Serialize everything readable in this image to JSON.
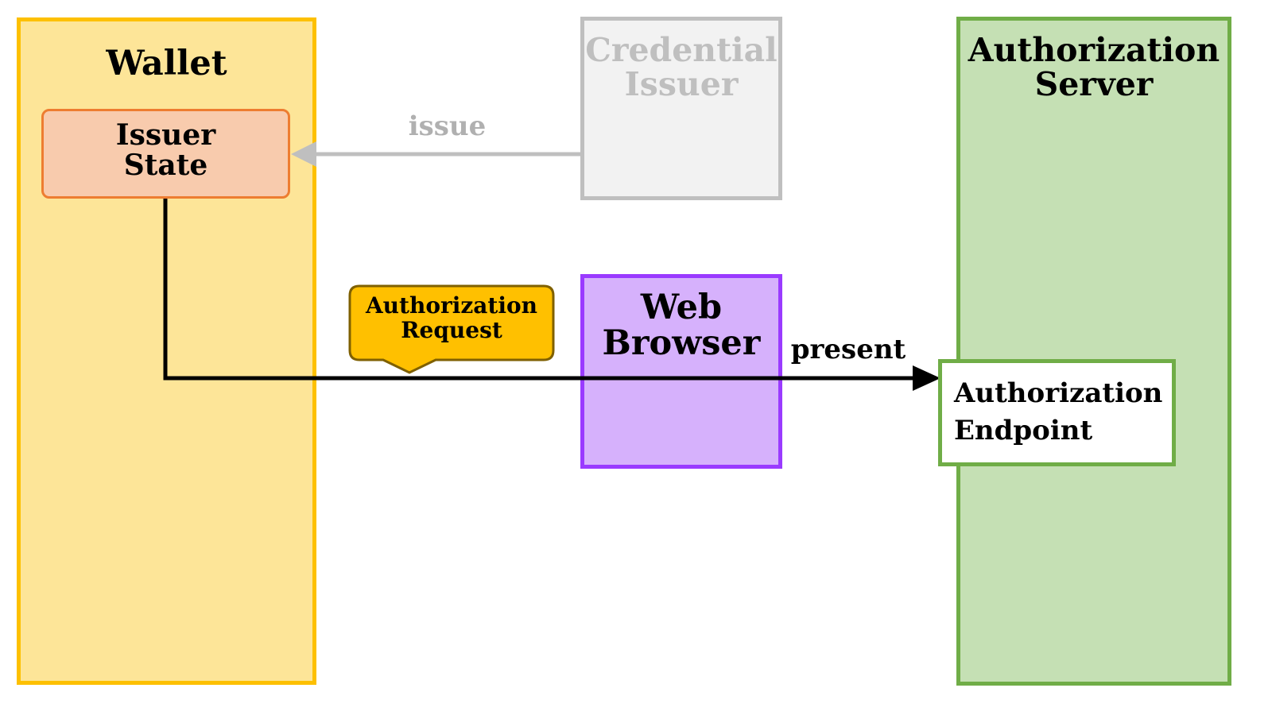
{
  "nodes": {
    "wallet": "Wallet",
    "issuer_state": "Issuer\nState",
    "credential_issuer": "Credential\nIssuer",
    "web_browser": "Web\nBrowser",
    "authorization_server": "Authorization\nServer",
    "authorization_endpoint": "Authorization\nEndpoint"
  },
  "edges": {
    "issue": "issue",
    "present": "present"
  },
  "callout": {
    "authorization_request": "Authorization\nRequest"
  },
  "colors": {
    "wallet_fill": "#fde598",
    "wallet_border": "#fdc000",
    "issuer_state_fill": "#f8cbad",
    "issuer_state_border": "#ed7d31",
    "credential_issuer_fill": "#f2f2f2",
    "credential_issuer_border": "#bfbfbf",
    "web_browser_fill": "#d6b1fc",
    "web_browser_border": "#9a3aff",
    "authorization_server_fill": "#c5e0b4",
    "authorization_server_border": "#70ad47",
    "callout_fill": "#ffc000",
    "callout_border": "#7f6000"
  }
}
